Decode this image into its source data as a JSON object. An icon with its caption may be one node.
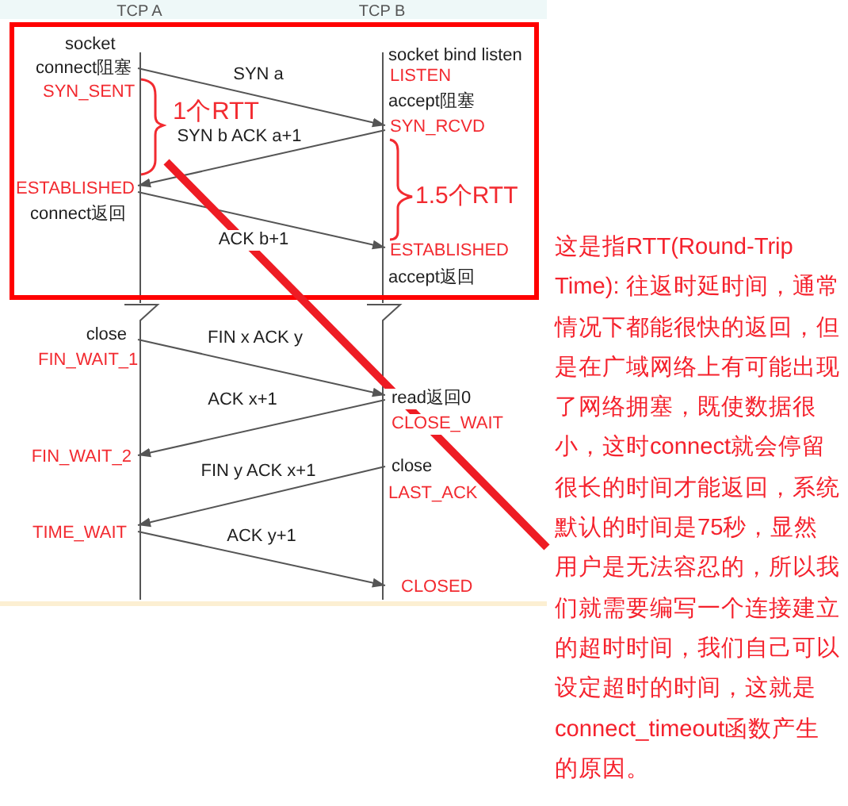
{
  "diagram": {
    "nodes": [
      {
        "text": [
          "connect阻塞"
        ]
      },
      {
        "text": [
          "SYN_RCVD"
        ]
      },
      {
        "text": [
          "ESTABLISHED"
        ]
      },
      {
        "text": [
          "ESTABLISHED"
        ]
      },
      {
        "text": [
          "close"
        ]
      },
      {
        "text": [
          "read返回0"
        ]
      },
      {
        "text": [
          "FIN_WAIT_2"
        ]
      },
      {
        "text": [
          "close"
        ]
      },
      {
        "text": [
          "TIME_WAIT"
        ]
      },
      {
        "text": [
          "CLOSED"
        ]
      },
      {
        "text": [],
        "shape": "brace"
      },
      {
        "text": [
          "这是指RTT(Round-Trip Time): 往返时延时间，通常情况下都能很快的返回，但是在广域网络上有可能出现了网络拥塞，既使数据很小，这时connect就会停留很长的时间才能返回，系统默认的时间是75秒，显然用户是无法容忍的，所以我们就需要编写一个连接建立的超时时间，我们自己可以设定超时的时间，这就是connect_timeout函数产生的原因。"
        ]
      }
    ],
    "edges": [
      {
        "from": 0,
        "to": 1,
        "arrow": "to",
        "label": "SYN a"
      },
      {
        "from": 1,
        "to": 2,
        "arrow": "to",
        "label": "SYN b ACK a+1"
      },
      {
        "from": 2,
        "to": 3,
        "arrow": "to",
        "label": "ACK b+1"
      },
      {
        "from": 4,
        "to": 5,
        "arrow": "to",
        "label": "FIN x ACK y"
      },
      {
        "from": 5,
        "to": 6,
        "arrow": "to",
        "label": "ACK x+1"
      },
      {
        "from": 7,
        "to": 8,
        "arrow": "to",
        "label": "FIN y ACK x+1"
      },
      {
        "from": 8,
        "to": 9,
        "arrow": "to",
        "label": "ACK y+1"
      },
      {
        "from": 11,
        "to": 10,
        "arrow": "none",
        "style": "thick",
        "color": "#ee1c24"
      }
    ],
    "labels": [
      "TCP A",
      "TCP B",
      "socket",
      "socket bind listen",
      "LISTEN",
      "SYN_SENT",
      "accept阻塞",
      "1个RTT",
      "1.5个RTT",
      "connect返回",
      "accept返回",
      "FIN_WAIT_1",
      "CLOSE_WAIT",
      "LAST_ACK"
    ]
  }
}
